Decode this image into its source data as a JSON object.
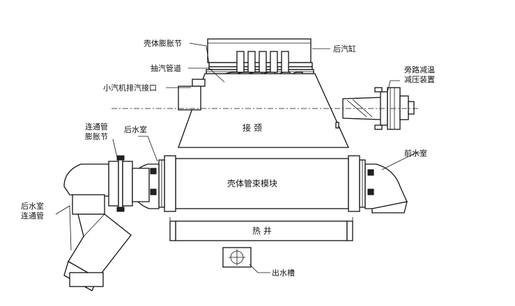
{
  "labels": {
    "shell_expansion_joint": "壳体膨胀节",
    "rear_exhaust_hood": "后汽缸",
    "extraction_pipe": "抽汽管道",
    "bypass_desuperheater_line1": "旁路减温",
    "bypass_desuperheater_line2": "减压装置",
    "small_turbine_exhaust": "小汽机排汽接口",
    "throat": "接 颈",
    "connecting_pipe_line1": "连通管",
    "connecting_pipe_line2": "膨胀节",
    "rear_water_box_top": "后水室",
    "front_water_box": "前水室",
    "shell_tube_module": "壳体管束模块",
    "rear_water_box_pipe_line1": "后水室",
    "rear_water_box_pipe_line2": "连通管",
    "hotwell": "热 井",
    "outlet_sump": "出水槽"
  }
}
